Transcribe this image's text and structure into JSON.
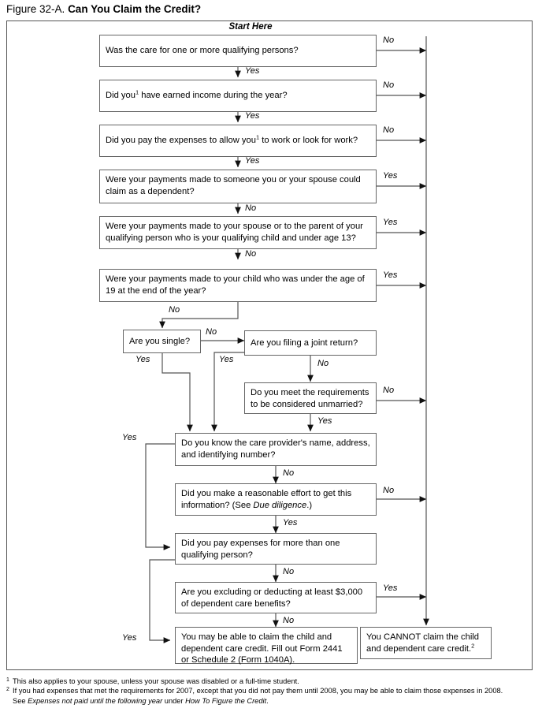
{
  "figure": {
    "label": "Figure 32-A.",
    "title": "Can You Claim the Credit?",
    "start_here": "Start Here"
  },
  "nodes": {
    "q1": "Was the care for one or more qualifying persons?",
    "q2_a": "Did you",
    "q2_sup": "1",
    "q2_b": " have earned income during the year?",
    "q3_a": "Did you pay the expenses to allow you",
    "q3_sup": "1",
    "q3_b": " to work or look for work?",
    "q4": "Were your payments made to someone you or your spouse could claim as a dependent?",
    "q5": "Were your payments made to your spouse or to the parent of your qualifying person who is your qualifying child and under age 13?",
    "q6": "Were your payments made to your child who was under the age of 19 at the end of the year?",
    "q7": "Are you single?",
    "q8": "Are you filing a joint return?",
    "q9": "Do you meet the requirements to be considered unmarried?",
    "q10": "Do you know the care provider's name, address, and identifying number?",
    "q11_a": "Did you make a reasonable effort to get this information? (See ",
    "q11_ital": "Due diligence",
    "q11_b": ".)",
    "q12": "Did you pay expenses for more than one qualifying person?",
    "q13": "Are you excluding or deducting at least $3,000 of dependent care benefits?",
    "result_yes": "You may be able to claim the child and dependent care credit. Fill out Form 2441 or Schedule 2 (Form 1040A).",
    "result_no_a": "You CANNOT claim the child and dependent care credit.",
    "result_no_sup": "2"
  },
  "edge_labels": {
    "q1_no": "No",
    "q1_yes": "Yes",
    "q2_no": "No",
    "q2_yes": "Yes",
    "q3_no": "No",
    "q3_yes": "Yes",
    "q4_yes": "Yes",
    "q4_no": "No",
    "q5_yes": "Yes",
    "q5_no": "No",
    "q6_yes": "Yes",
    "q6_no": "No",
    "q7_no": "No",
    "q7_yes": "Yes",
    "q8_yes": "Yes",
    "q8_no": "No",
    "q9_no": "No",
    "q9_yes": "Yes",
    "q10_yes": "Yes",
    "q10_no": "No",
    "q11_no": "No",
    "q11_yes": "Yes",
    "q12_yes": "Yes",
    "q12_no": "No",
    "q13_yes": "Yes",
    "q13_no": "No"
  },
  "footnotes": {
    "one": {
      "marker": "1",
      "text": "This also applies to your spouse, unless your spouse was disabled or a full-time student."
    },
    "two": {
      "marker": "2",
      "line1": "If you had expenses that met the requirements for 2007, except that you did not pay them until 2008, you may be able to claim those expenses in 2008.",
      "line2_pre": "See ",
      "line2_ital1": "Expenses not paid until the following year",
      "line2_mid": " under ",
      "line2_ital2": "How To Figure the Credit",
      "line2_end": "."
    }
  },
  "colors": {
    "box_border": "#666666",
    "line": "#555555",
    "background": "#ffffff",
    "text": "#000000"
  }
}
